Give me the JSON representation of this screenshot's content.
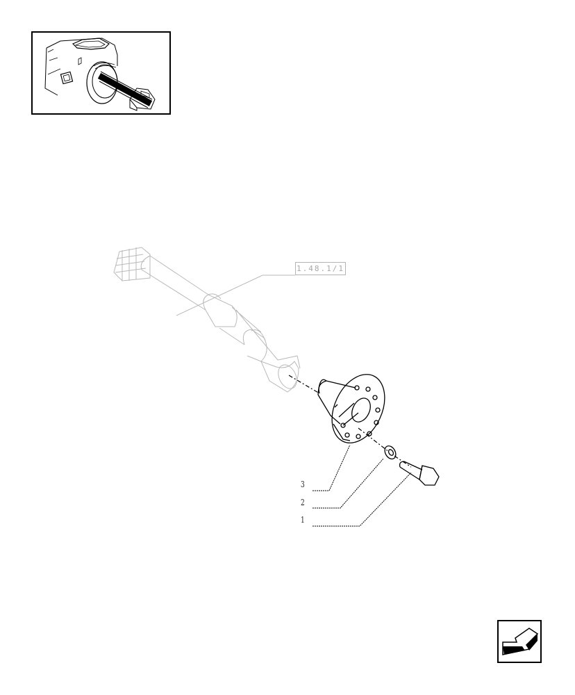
{
  "reference": {
    "label": "1.48.1/1"
  },
  "callouts": [
    {
      "number": "3"
    },
    {
      "number": "2"
    },
    {
      "number": "1"
    }
  ],
  "navigation": {
    "icon": "back-arrow-icon"
  },
  "colors": {
    "line": "#000000",
    "ghost": "#b9b9b9",
    "background": "#ffffff"
  }
}
